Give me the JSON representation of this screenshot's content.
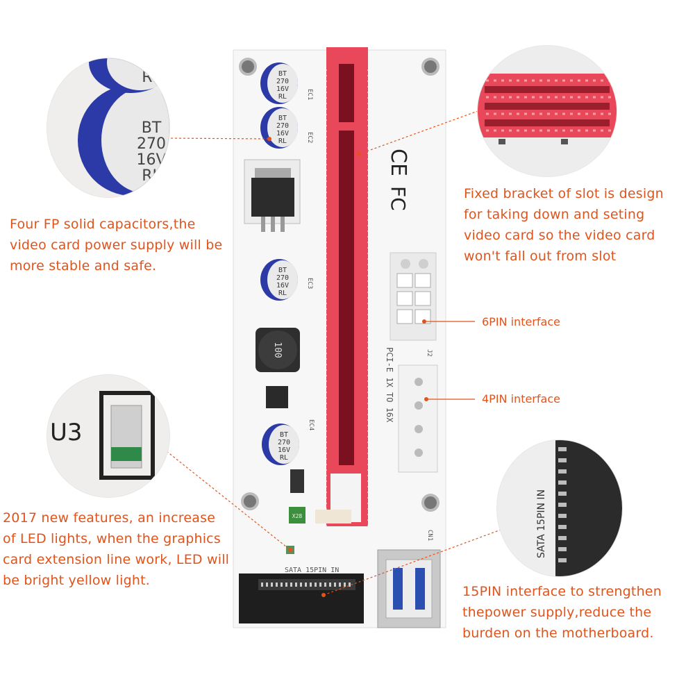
{
  "callouts": {
    "capacitors": [
      "Four FP solid capacitors,the",
      "video card power supply will be",
      "more stable and safe."
    ],
    "bracket": [
      "Fixed bracket of slot is design",
      "for taking down and seting",
      "video card so the video card",
      "won't fall out from slot"
    ],
    "led": [
      "2017 new features, an increase",
      "of LED lights, when the graphics",
      "card extension line work, LED will",
      "be bright yellow light."
    ],
    "sata": [
      "15PIN interface to strengthen",
      "thepower supply,reduce the",
      "burden on the motherboard."
    ],
    "pin6": "6PIN interface",
    "pin4": "4PIN interface"
  },
  "board_markings": {
    "capacitor_text": [
      "BT",
      "270",
      "16V",
      "RL"
    ],
    "ec_labels": [
      "EC1",
      "EC2",
      "EC3",
      "EC4"
    ],
    "inductor": "100",
    "pcie_text": "PCI-E 1X TO 16X",
    "sata_text": "SATA 15PIN IN",
    "led_label": "U3",
    "cn_label": "CN1",
    "j_label": "J2",
    "fuse": "X28"
  },
  "colors": {
    "callout": "#e0541c",
    "slot": "#e8485a",
    "board": "#f7f7f7",
    "capacitor_blue": "#2c3aa8"
  }
}
